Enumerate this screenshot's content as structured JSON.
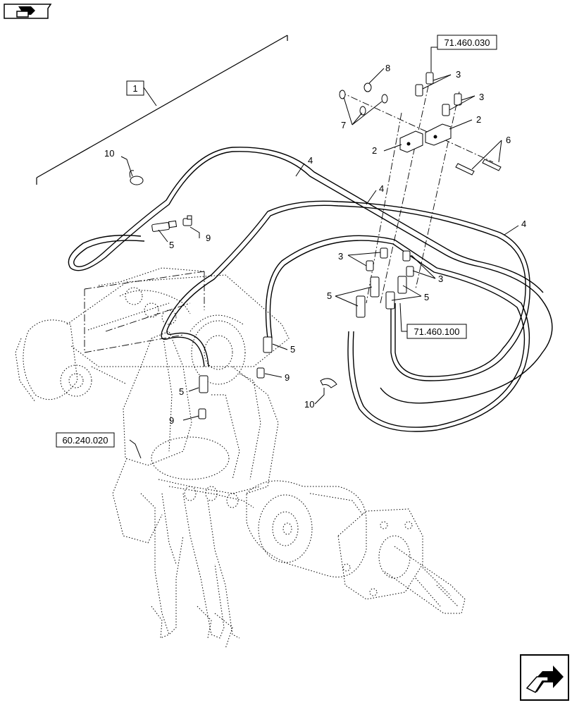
{
  "nav": {
    "top_icon": "book-folder-nav-icon",
    "bottom_icon": "next-page-arrow-icon"
  },
  "references": {
    "r1": "1",
    "r71460030": "71.460.030",
    "r71460100": "71.460.100",
    "r60240020": "60.240.020"
  },
  "callouts": {
    "c8": "8",
    "c3a": "3",
    "c3b": "3",
    "c7": "7",
    "c2a": "2",
    "c2b": "2",
    "c6": "6",
    "c10a": "10",
    "c4a": "4",
    "c4b": "4",
    "c4c": "4",
    "c5a": "5",
    "c9a": "9",
    "c3c": "3",
    "c3d": "3",
    "c5b": "5",
    "c5c": "5",
    "c5d": "5",
    "c9b": "9",
    "c5e": "5",
    "c9c": "9",
    "c10b": "10"
  }
}
